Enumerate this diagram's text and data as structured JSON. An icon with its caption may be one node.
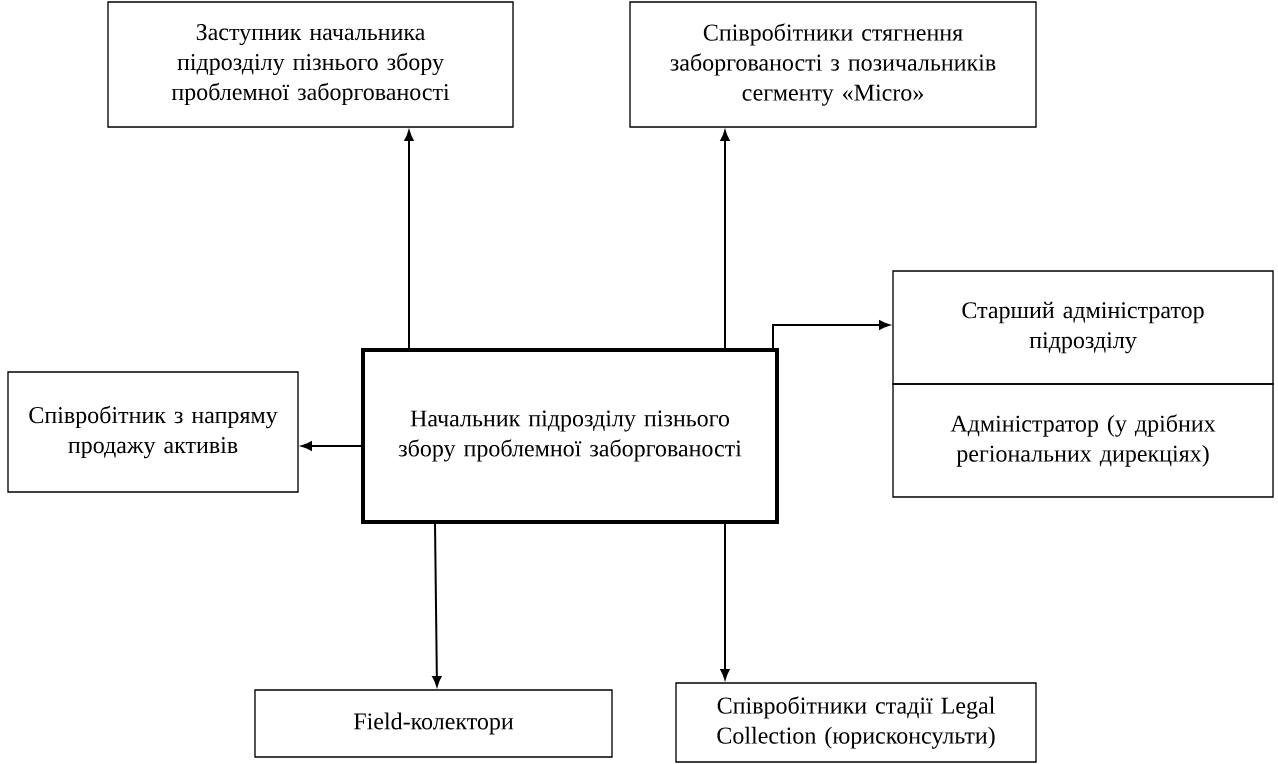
{
  "diagram": {
    "nodes": [
      {
        "text": [
          "Начальник підрозділу пізнього збору проблемної заборгованості"
        ]
      },
      {
        "text": [
          "Заступник начальника підрозділу пізнього збору проблемної заборгованості"
        ]
      },
      {
        "text": [
          "Співробітники стягнення заборгованості з позичальників сегменту «Micro»"
        ]
      },
      {
        "text": [
          "Старший адміністратор підрозділу"
        ]
      },
      {
        "text": [
          "Адміністратор (у дрібних регіональних дирекціях)"
        ]
      },
      {
        "text": [
          "Співробітник з напряму продажу активів"
        ]
      },
      {
        "text": [
          "Field-колектори"
        ]
      },
      {
        "text": [
          "Співробітники стадії Legal Collection (юрисконсульти)"
        ]
      }
    ],
    "edges": [
      {
        "from": 0,
        "to": 1,
        "arrow": "to"
      },
      {
        "from": 0,
        "to": 2,
        "arrow": "to"
      },
      {
        "from": 0,
        "to": 3,
        "arrow": "to"
      },
      {
        "from": 0,
        "to": 5,
        "arrow": "to"
      },
      {
        "from": 0,
        "to": 6,
        "arrow": "to"
      },
      {
        "from": 0,
        "to": 7,
        "arrow": "to"
      }
    ]
  }
}
